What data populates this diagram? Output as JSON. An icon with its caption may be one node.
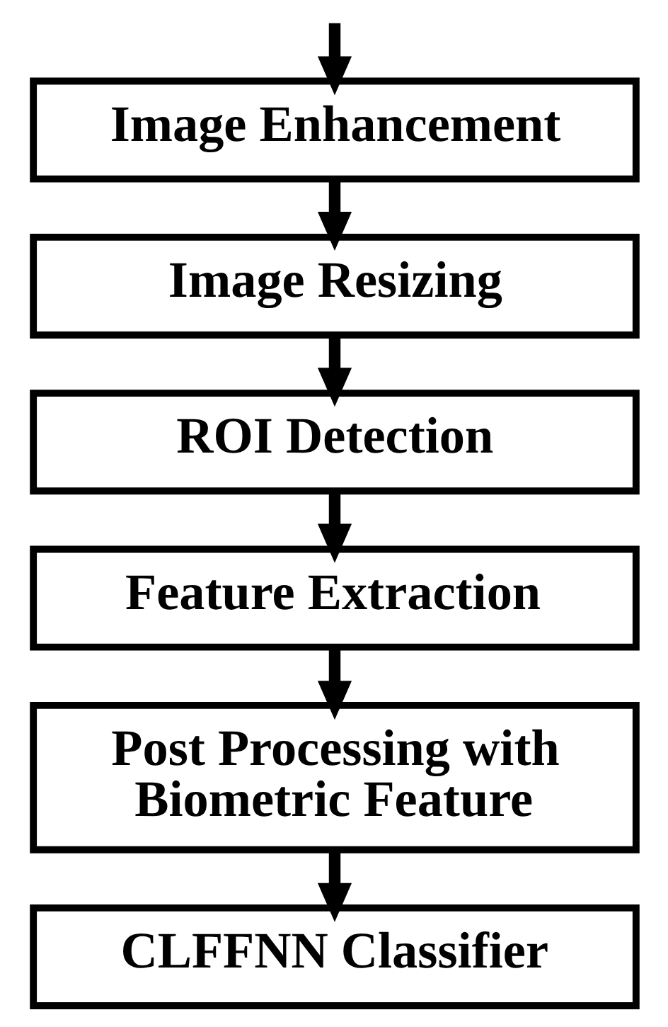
{
  "diagram": {
    "nodes": [
      {
        "text": [
          "Image Enhancement"
        ]
      },
      {
        "text": [
          "Image Resizing"
        ]
      },
      {
        "text": [
          "ROI Detection"
        ]
      },
      {
        "text": [
          "Feature Extraction"
        ]
      },
      {
        "text": [
          "Post Processing with Biometric Feature"
        ]
      },
      {
        "text": [
          "CLFFNN Classifier"
        ]
      }
    ],
    "edges": [
      {
        "from": null,
        "to": 0,
        "arrow": "to"
      },
      {
        "from": 0,
        "to": 1,
        "arrow": "to"
      },
      {
        "from": 1,
        "to": 2,
        "arrow": "to"
      },
      {
        "from": 2,
        "to": 3,
        "arrow": "to"
      },
      {
        "from": 3,
        "to": 4,
        "arrow": "to"
      },
      {
        "from": 4,
        "to": 5,
        "arrow": "to"
      }
    ]
  }
}
